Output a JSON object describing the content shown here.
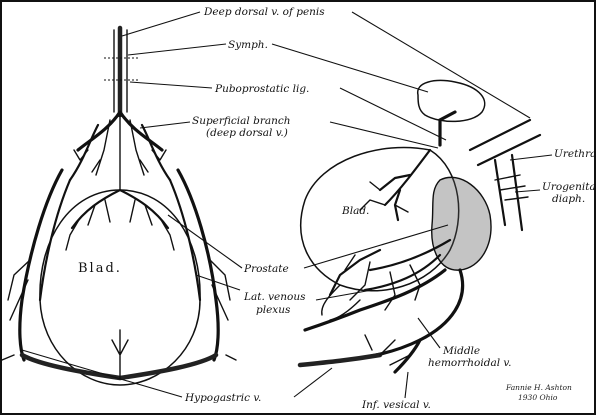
{
  "labels": {
    "deep_dorsal_v": "Deep dorsal v. of penis",
    "symph": "Symph.",
    "puboprostatic": "Puboprostatic lig.",
    "superficial_branch": "Superficial branch",
    "deep_dorsal_paren": "(deep dorsal v.)",
    "urethra": "Urethra",
    "urogenital_1": "Urogenital",
    "urogenital_2": "diaph.",
    "blad_left": "Blad.",
    "blad_right": "Blad.",
    "prostate": "Prostate",
    "lat_venous_1": "Lat. venous",
    "lat_venous_2": "plexus",
    "middle_hem_1": "Middle",
    "middle_hem_2": "hemorrhoidal v.",
    "hypogastric": "Hypogastric v.",
    "inf_vesical": "Inf. vesical v.",
    "signature_1": "Fannie H. Ashton",
    "signature_2": "1930 Ohio"
  },
  "colors": {
    "ink": "#111111",
    "background": "#ffffff"
  }
}
